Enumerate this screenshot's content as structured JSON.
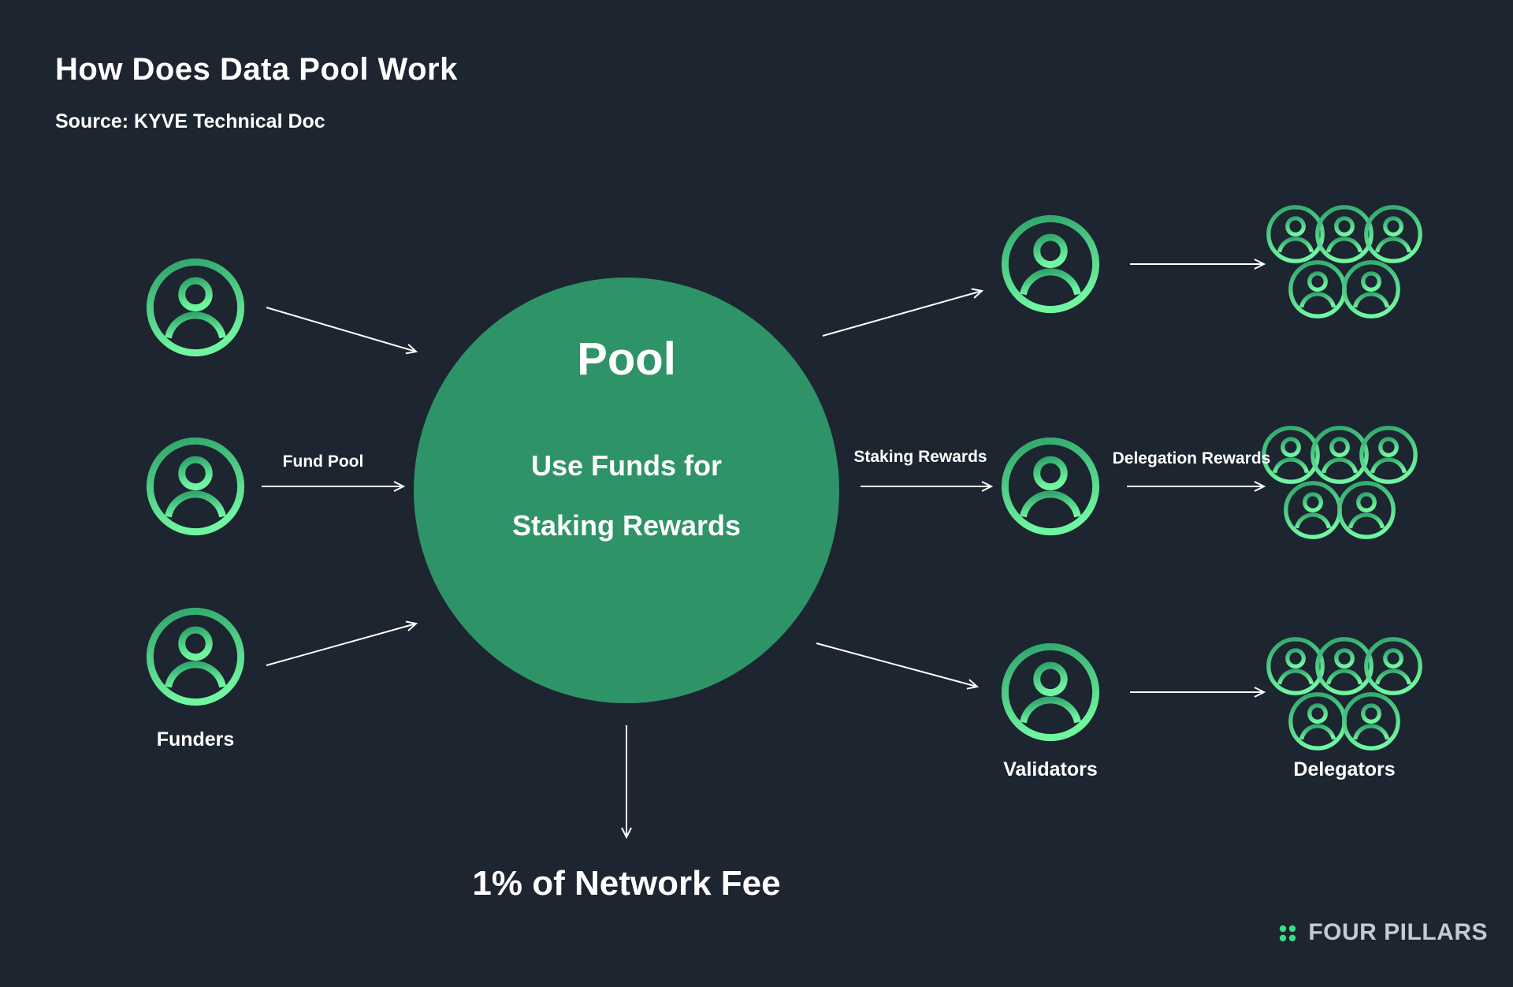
{
  "page": {
    "title": "How Does Data Pool Work",
    "source": "Source: KYVE Technical Doc"
  },
  "pool": {
    "title": "Pool",
    "line1": "Use Funds for",
    "line2": "Staking Rewards"
  },
  "labels": {
    "fund_pool": "Fund Pool",
    "staking_rewards": "Staking Rewards",
    "delegation_rewards": "Delegation Rewards",
    "funders": "Funders",
    "validators": "Validators",
    "delegators": "Delegators",
    "network_fee": "1% of Network Fee"
  },
  "brand": {
    "name": "FOUR PILLARS"
  },
  "colors": {
    "background": "#1c2530",
    "pool_green": "#2f9368",
    "icon_gradient_start": "#2ea36a",
    "icon_gradient_end": "#70f6a0",
    "arrow": "#ffffff",
    "brand_dot": "#3ddc84",
    "brand_text": "#c5cad2"
  }
}
